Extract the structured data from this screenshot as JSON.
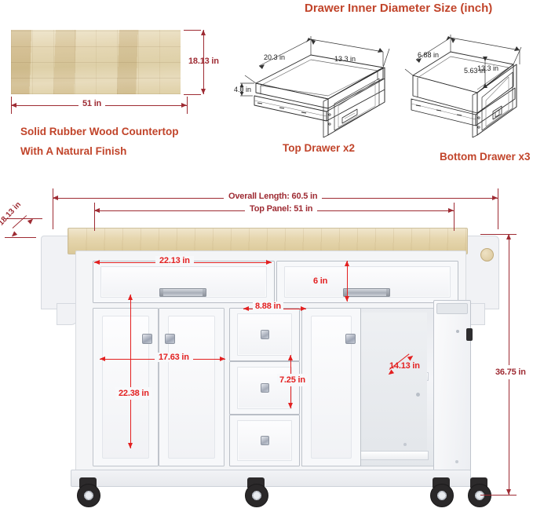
{
  "header": {
    "title": "Drawer Inner Diameter Size (inch)"
  },
  "countertop": {
    "caption_line1": "Solid Rubber Wood Countertop",
    "caption_line2": "With A Natural Finish",
    "width_label": "51 in",
    "height_label": "18.13 in"
  },
  "top_drawer": {
    "caption": "Top Drawer x2",
    "length_label": "20.3 in",
    "depth_label": "13.3 in",
    "height_label": "4.0 in"
  },
  "bottom_drawer": {
    "caption": "Bottom Drawer x3",
    "width_label": "6.88 in",
    "depth_label": "13.3 in",
    "height_label": "5.63 in"
  },
  "cabinet": {
    "overall_length_label": "Overall Length: 60.5 in",
    "top_panel_label": "Top Panel: 51 in",
    "side_depth_label": "18.13 in",
    "overall_height_label": "36.75 in",
    "big_drawer_width_label": "22.13 in",
    "big_drawer_height_label": "6 in",
    "door_width_label": "17.63 in",
    "door_height_label": "22.38 in",
    "small_drawer_width_label": "8.88 in",
    "small_drawer_height_label": "7.25 in",
    "shelf_depth_label": "14.13 in"
  },
  "colors": {
    "caption_red": "#C1442A",
    "dimension_red": "#9E2B33",
    "bright_red": "#E32020",
    "wood": "#e0d0ae",
    "cabinet_white": "#f4f5f7"
  }
}
